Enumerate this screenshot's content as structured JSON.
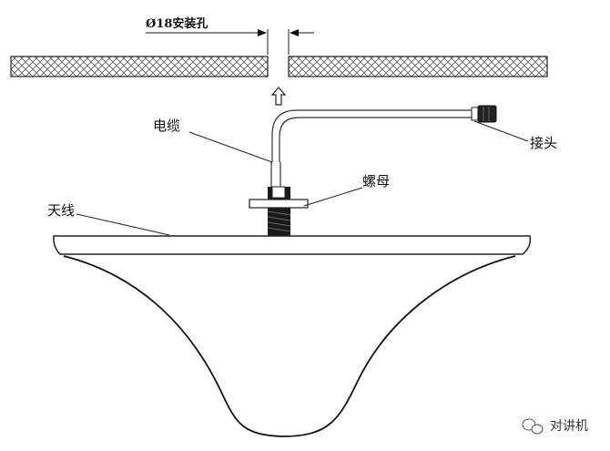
{
  "labels": {
    "hole": "Ø18安装孔",
    "cable": "电缆",
    "connector": "接头",
    "nut": "螺母",
    "antenna": "天线"
  },
  "watermark": {
    "text": "对讲机",
    "icon": "wechat-icon"
  }
}
